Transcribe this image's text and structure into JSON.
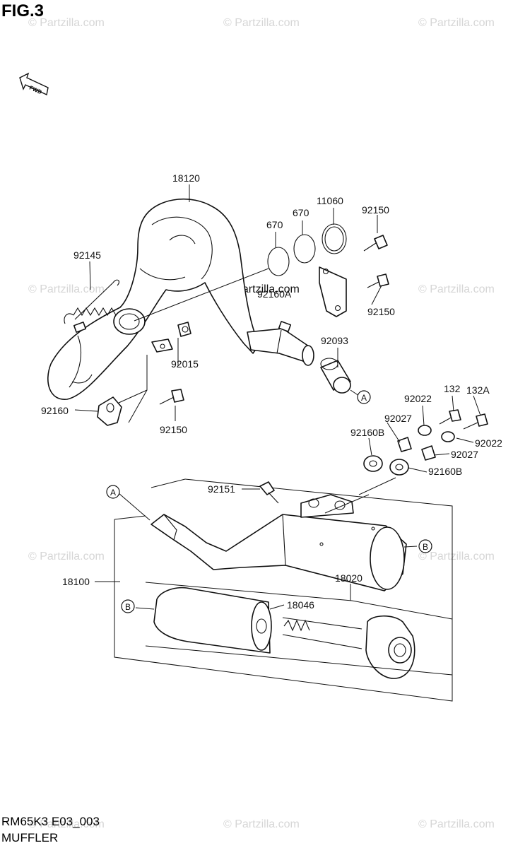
{
  "figure": {
    "title": "FIG.3",
    "code": "RM65K3 E03_003",
    "name": "MUFFLER"
  },
  "watermark": {
    "text": "© Partzilla.com"
  },
  "direction_icon": {
    "label": "FWD",
    "icon": "forward-arrow-icon"
  },
  "callouts": {
    "a": "A",
    "b": "B"
  },
  "parts": {
    "p18120": "18120",
    "p670a": "670",
    "p670b": "670",
    "p11060": "11060",
    "p92150a": "92150",
    "p92150b": "92150",
    "p92150c": "92150",
    "p92145": "92145",
    "p92160a": "92160A",
    "p92015": "92015",
    "p92093": "92093",
    "p92160": "92160",
    "p132": "132",
    "p132a": "132A",
    "p92022a": "92022",
    "p92022b": "92022",
    "p92027a": "92027",
    "p92027b": "92027",
    "p92160ba": "92160B",
    "p92160bb": "92160B",
    "p92151": "92151",
    "p18100": "18100",
    "p18020": "18020",
    "p18046": "18046"
  }
}
